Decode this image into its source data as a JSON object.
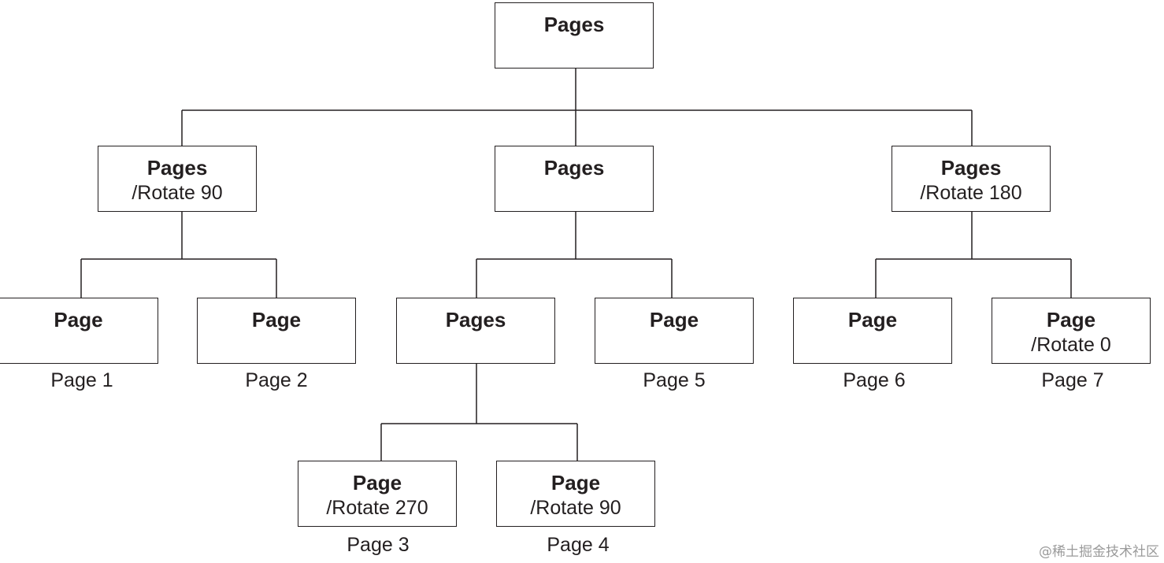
{
  "nodes": {
    "root": {
      "title": "Pages",
      "sub": ""
    },
    "left": {
      "title": "Pages",
      "sub": "/Rotate 90"
    },
    "middle": {
      "title": "Pages",
      "sub": ""
    },
    "right": {
      "title": "Pages",
      "sub": "/Rotate 180"
    },
    "p1": {
      "title": "Page",
      "sub": ""
    },
    "p2": {
      "title": "Page",
      "sub": ""
    },
    "mid_pages": {
      "title": "Pages",
      "sub": ""
    },
    "p5": {
      "title": "Page",
      "sub": ""
    },
    "p6": {
      "title": "Page",
      "sub": ""
    },
    "p7": {
      "title": "Page",
      "sub": "/Rotate 0"
    },
    "p3": {
      "title": "Page",
      "sub": "/Rotate 270"
    },
    "p4": {
      "title": "Page",
      "sub": "/Rotate 90"
    }
  },
  "captions": {
    "p1": "Page 1",
    "p2": "Page 2",
    "p3": "Page 3",
    "p4": "Page 4",
    "p5": "Page 5",
    "p6": "Page 6",
    "p7": "Page 7"
  },
  "watermark": "@稀土掘金技术社区"
}
